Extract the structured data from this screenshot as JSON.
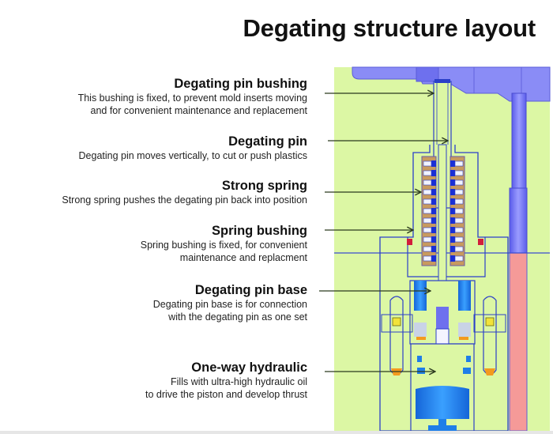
{
  "title": "Degating structure layout",
  "colors": {
    "background_panel": "#dcf7a4",
    "outline": "#2b3fc9",
    "part_purple": "#7b7cf2",
    "spring_brown": "#c89a5e",
    "part_blue": "#1f7ee8",
    "part_red": "#d21e3c",
    "rod_pink": "#f59a98",
    "arrow": "#2b3a1e"
  },
  "labels": [
    {
      "heading": "Degating pin bushing",
      "description": "This bushing is fixed, to prevent mold inserts moving\nand for convenient maintenance and replacement"
    },
    {
      "heading": "Degating pin",
      "description": "Degating pin moves vertically, to cut or push plastics"
    },
    {
      "heading": "Strong spring",
      "description": "Strong spring pushes the degating pin back into position"
    },
    {
      "heading": "Spring bushing",
      "description": "Spring bushing is fixed, for convenient\nmaintenance and replacment"
    },
    {
      "heading": "Degating pin base",
      "description": "Degating pin base is for connection\nwith the degating pin as one set"
    },
    {
      "heading": "One-way hydraulic",
      "description": "Fills with ultra-high hydraulic oil\nto drive the piston and develop thrust"
    }
  ]
}
